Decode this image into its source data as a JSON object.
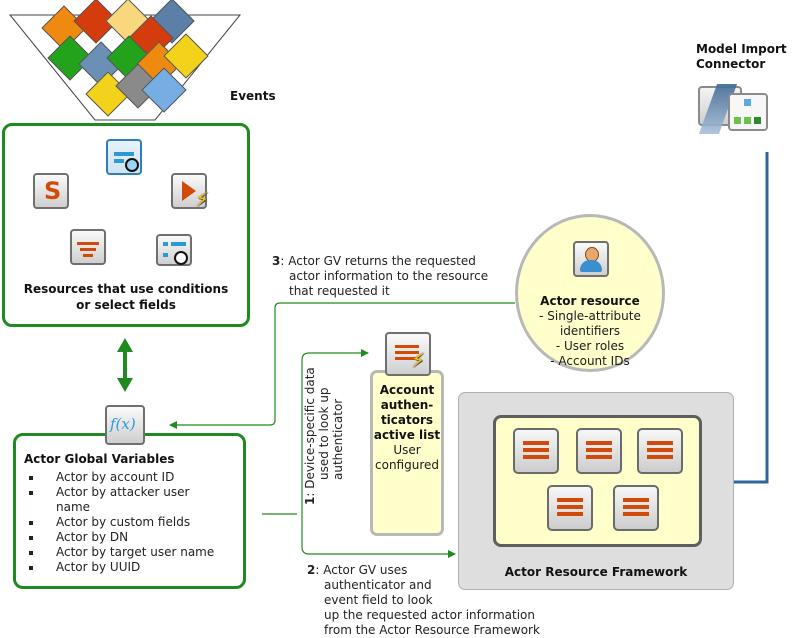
{
  "events": {
    "label": "Events"
  },
  "resources_box": {
    "caption_line1": "Resources that use conditions",
    "caption_line2": "or select fields",
    "icons": [
      "query-viewer-icon",
      "rule-icon",
      "action-trigger-icon",
      "filter-icon",
      "query-icon"
    ]
  },
  "global_variables": {
    "icon": "function-icon",
    "icon_glyph": "f(x)",
    "title": "Actor Global Variables",
    "items": [
      "Actor by account ID",
      "Actor by attacker user name",
      "Actor by custom fields",
      "Actor by DN",
      "Actor by target user name",
      "Actor by UUID"
    ]
  },
  "step1": {
    "number": "1",
    "text_line1": "Device-specific data",
    "text_line2": "used to look up",
    "text_line3": "authenticator"
  },
  "step2": {
    "number": "2",
    "lines": [
      "Actor GV uses",
      "authenticator and",
      "event field to look",
      "up the requested actor information",
      "from the Actor Resource Framework"
    ]
  },
  "step3": {
    "number": "3",
    "lines": [
      "Actor GV returns the requested",
      "actor information to the resource",
      "that requested it"
    ]
  },
  "authenticators": {
    "title_lines": [
      "Account",
      "authen-",
      "ticators",
      "active list"
    ],
    "subtitle_lines": [
      "User",
      "configured"
    ]
  },
  "actor_resource": {
    "title": "Actor resource",
    "lines": [
      "- Single-attribute",
      "identifiers",
      "- User roles",
      "- Account IDs"
    ]
  },
  "framework": {
    "label": "Actor Resource Framework",
    "resource_count": 5
  },
  "model_import": {
    "line1": "Model Import",
    "line2": "Connector"
  },
  "colors": {
    "green": "#1f8a1f",
    "blue": "#2e659c",
    "orange": "#d04a0a",
    "yellow_fill": "#ffffcc",
    "gray_fill": "#dedede"
  }
}
